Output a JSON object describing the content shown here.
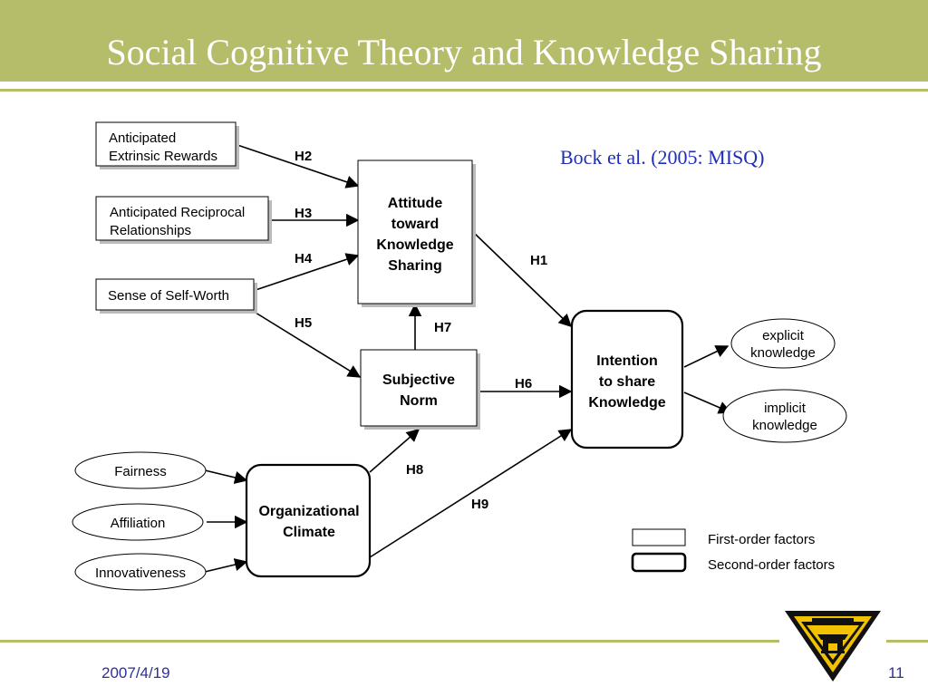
{
  "slide": {
    "title": "Social Cognitive Theory and Knowledge Sharing",
    "citation": "Bock et al. (2005: MISQ)",
    "footer_date": "2007/4/19",
    "page_number": "11",
    "theme_color": "#b5bc6a",
    "citation_color": "#1f2fb8"
  },
  "diagram": {
    "antecedents": {
      "extrinsic_rewards": [
        "Anticipated",
        "Extrinsic Rewards"
      ],
      "reciprocal_relationships": [
        "Anticipated Reciprocal",
        "Relationships"
      ],
      "self_worth": "Sense of Self-Worth"
    },
    "constructs": {
      "attitude": [
        "Attitude",
        "toward",
        "Knowledge",
        "Sharing"
      ],
      "subjective_norm": [
        "Subjective",
        "Norm"
      ],
      "intention": [
        "Intention",
        "to share",
        "Knowledge"
      ],
      "org_climate": [
        "Organizational",
        "Climate"
      ]
    },
    "climate_dimensions": {
      "fairness": "Fairness",
      "affiliation": "Affiliation",
      "innovativeness": "Innovativeness"
    },
    "outcomes": {
      "explicit": [
        "explicit",
        "knowledge"
      ],
      "implicit": [
        "implicit",
        "knowledge"
      ]
    },
    "hypotheses": {
      "h1": "H1",
      "h2": "H2",
      "h3": "H3",
      "h4": "H4",
      "h5": "H5",
      "h6": "H6",
      "h7": "H7",
      "h8": "H8",
      "h9": "H9"
    },
    "legend": {
      "first_order": "First-order factors",
      "second_order": "Second-order factors"
    }
  }
}
